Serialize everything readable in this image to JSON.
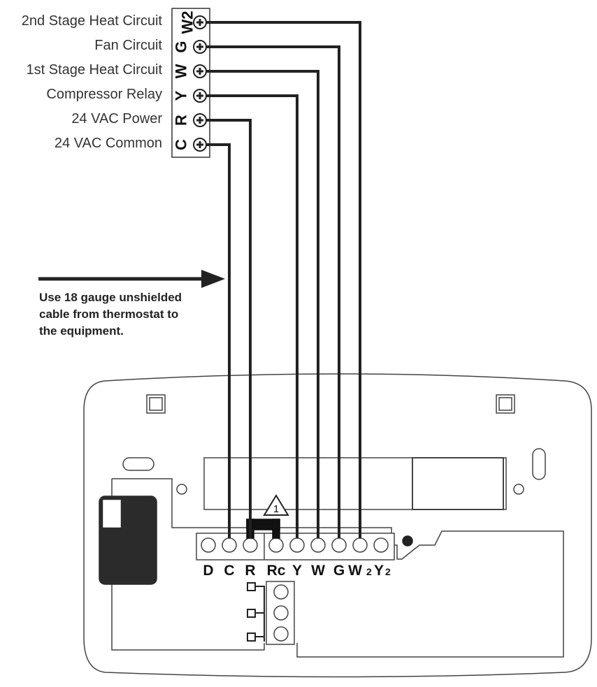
{
  "equipment_terminals": [
    {
      "label": "2nd Stage Heat Circuit",
      "code": "W2"
    },
    {
      "label": "Fan Circuit",
      "code": "G"
    },
    {
      "label": "1st Stage Heat Circuit",
      "code": "W"
    },
    {
      "label": "Compressor Relay",
      "code": "Y"
    },
    {
      "label": "24 VAC Power",
      "code": "R"
    },
    {
      "label": "24 VAC Common",
      "code": "C"
    }
  ],
  "cable_note": [
    "Use 18 gauge unshielded",
    "cable from thermostat to",
    "the equipment."
  ],
  "warning_number": "1",
  "thermostat_terminals": {
    "d": "D",
    "c": "C",
    "r": "R",
    "rc": "Rc",
    "y": "Y",
    "w": "W",
    "g": "G",
    "w2_main": "W",
    "w2_sub": "2",
    "y2_main": "Y",
    "y2_sub": "2"
  }
}
